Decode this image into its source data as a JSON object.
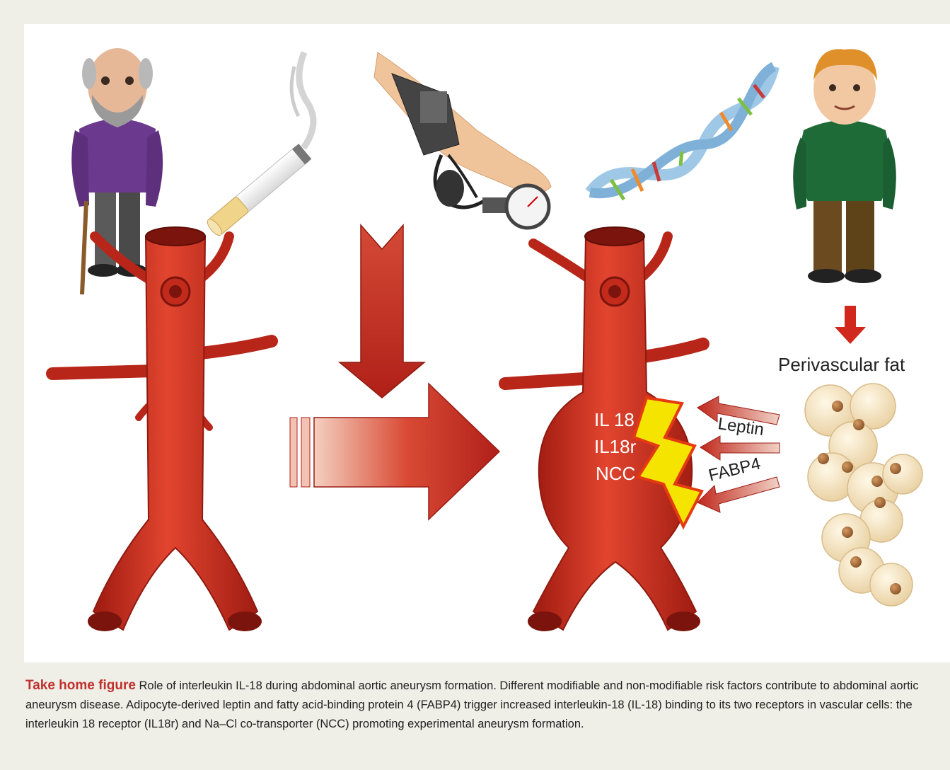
{
  "labels": {
    "il18": "IL 18",
    "il18r": "IL18r",
    "ncc": "NCC",
    "leptin": "Leptin",
    "fabp4": "FABP4",
    "perivascular_fat": "Perivascular fat"
  },
  "caption": {
    "lead": "Take home figure",
    "text": " Role of interleukin IL-18 during abdominal aortic aneurysm formation. Different modifiable and non-modifiable risk factors contribute to abdominal aortic aneurysm disease. Adipocyte-derived leptin and fatty acid-binding protein 4 (FABP4) trigger increased interleukin-18 (IL-18) binding to its two receptors in vascular cells: the interleukin 18 receptor (IL18r) and Na–Cl co-transporter (NCC) promoting experimental aneurysm formation."
  },
  "colors": {
    "aorta": "#c8281c",
    "arrow": "#c0281c",
    "lightning": "#f5e400",
    "fat_cell": "#f6e6c4",
    "nucleus": "#a8703a",
    "caption_accent": "#c0322e"
  },
  "icons": [
    "elderly-man",
    "cigarette",
    "blood-pressure-cuff",
    "dna-helix",
    "obese-man",
    "fat-cells"
  ]
}
